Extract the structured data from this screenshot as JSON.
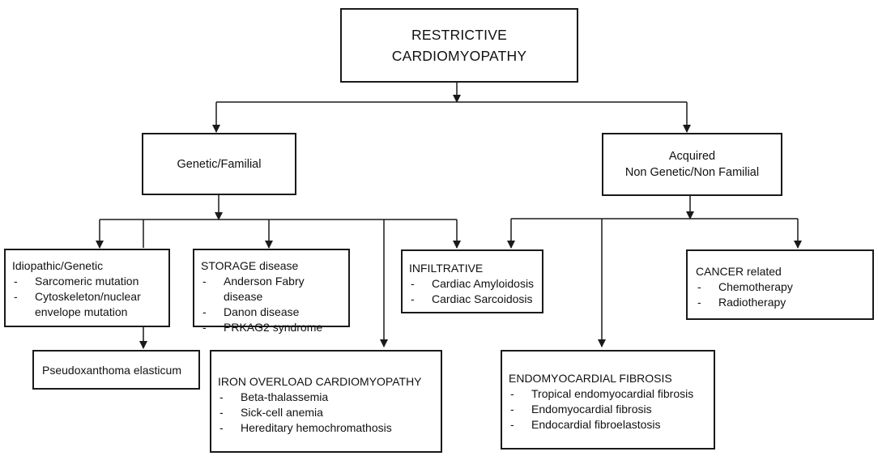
{
  "root": {
    "lines": [
      "RESTRICTIVE",
      "CARDIOMYOPATHY"
    ]
  },
  "genetic": {
    "label": "Genetic/Familial"
  },
  "acquired": {
    "lines": [
      "Acquired",
      "Non Genetic/Non Familial"
    ]
  },
  "idiopathic": {
    "title": "Idiopathic/Genetic",
    "items": [
      "Sarcomeric mutation",
      "Cytoskeleton/nuclear envelope mutation"
    ]
  },
  "pseudoxanthoma": {
    "label": "Pseudoxanthoma elasticum"
  },
  "storage": {
    "title": "STORAGE disease",
    "items": [
      "Anderson Fabry disease",
      "Danon disease",
      "PRKAG2 syndrome"
    ]
  },
  "iron": {
    "title": "IRON OVERLOAD CARDIOMYOPATHY",
    "items": [
      "Beta-thalassemia",
      "Sick-cell anemia",
      "Hereditary hemochromathosis"
    ]
  },
  "infiltrative": {
    "title": "INFILTRATIVE",
    "items": [
      "Cardiac Amyloidosis",
      "Cardiac Sarcoidosis"
    ]
  },
  "endomyocardial": {
    "title": "ENDOMYOCARDIAL FIBROSIS",
    "items": [
      "Tropical endomyocardial fibrosis",
      "Endomyocardial fibrosis",
      "Endocardial fibroelastosis"
    ]
  },
  "cancer": {
    "title": "CANCER related",
    "items": [
      "Chemotherapy",
      "Radiotherapy"
    ]
  },
  "bullet": "-",
  "colors": {
    "line": "#1a1a1a",
    "background": "#ffffff"
  }
}
